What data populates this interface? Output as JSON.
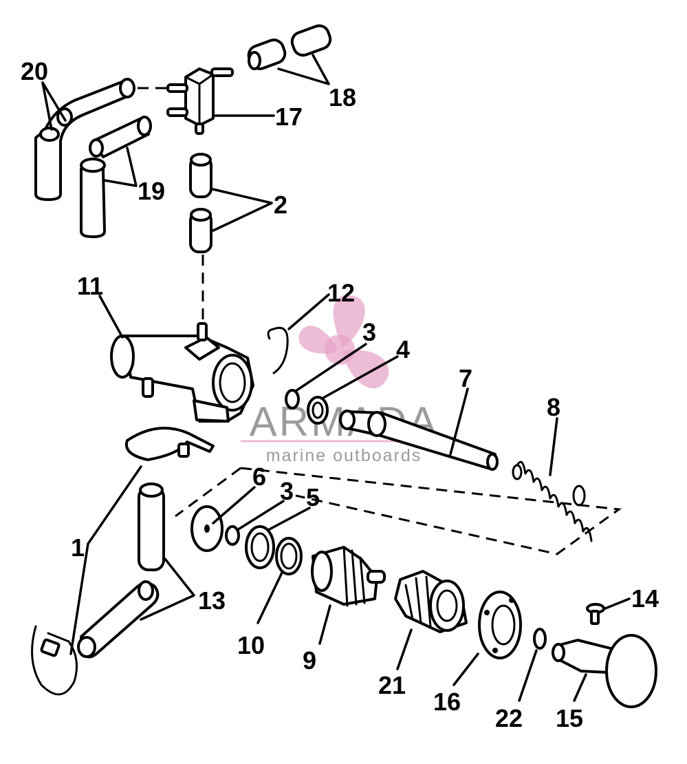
{
  "diagram": {
    "callouts": [
      "1",
      "2",
      "3",
      "3",
      "4",
      "5",
      "6",
      "7",
      "8",
      "9",
      "10",
      "11",
      "12",
      "13",
      "14",
      "15",
      "16",
      "17",
      "18",
      "19",
      "20",
      "21",
      "22"
    ]
  },
  "watermark": {
    "brand": "ARMADA",
    "tagline": "marine outboards"
  }
}
